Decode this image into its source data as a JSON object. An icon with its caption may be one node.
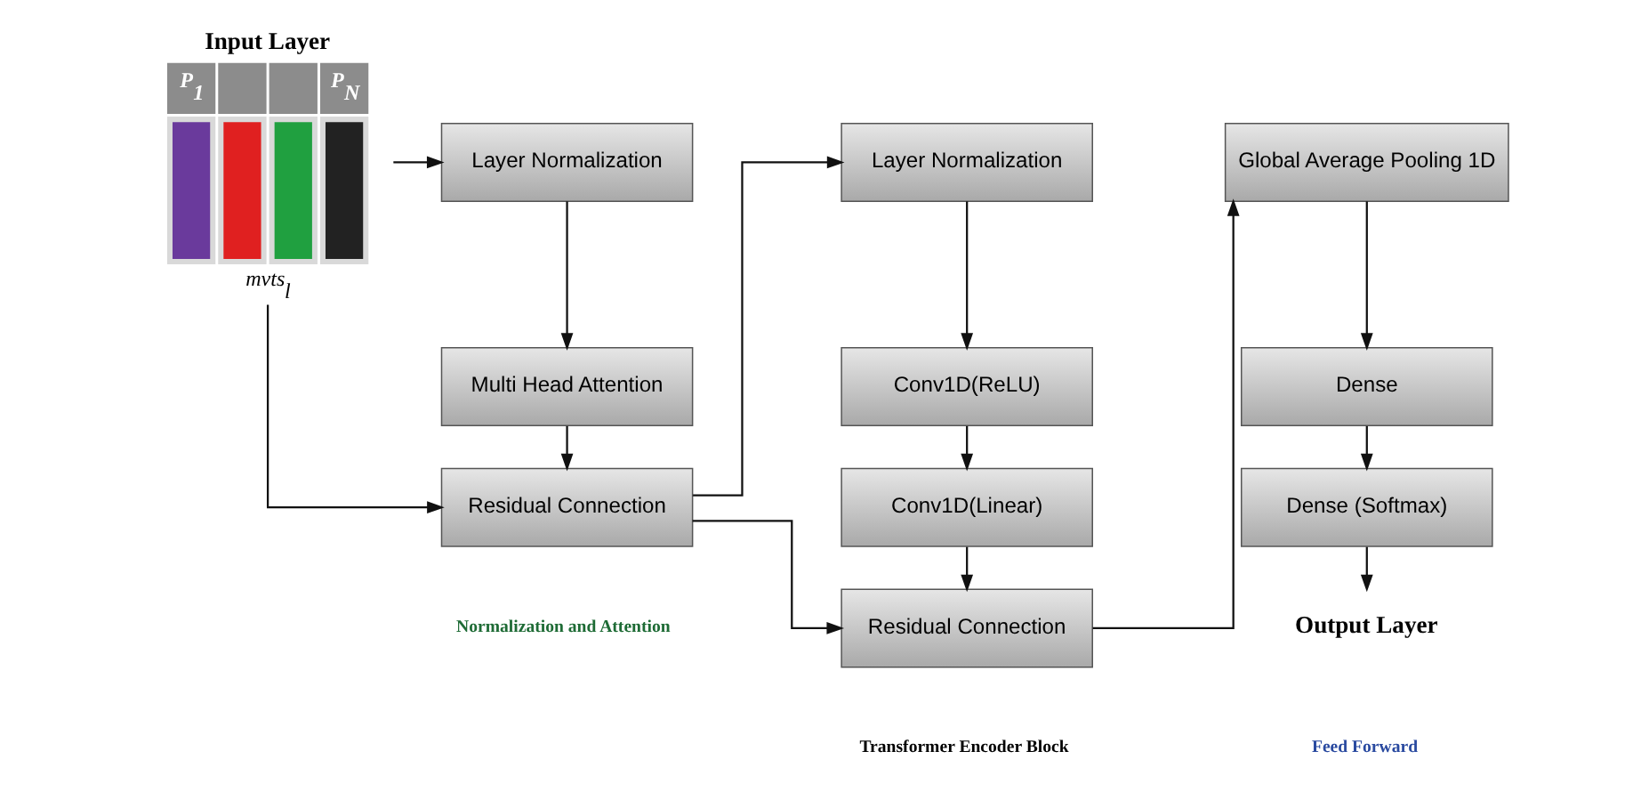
{
  "diagram": {
    "nodes": [
      {
        "text": [
          "Input Layer",
          "P$_{1}$",
          "P$_{N}$",
          "mvts$_{l}$"
        ]
      },
      {
        "text": [
          "Layer Normalization"
        ]
      },
      {
        "text": [
          "Multi Head Attention"
        ]
      },
      {
        "text": [
          "Residual Connection"
        ]
      },
      {
        "text": [
          "Layer Normalization"
        ]
      },
      {
        "text": [
          "Conv1D(ReLU)"
        ]
      },
      {
        "text": [
          "Conv1D(Linear)"
        ]
      },
      {
        "text": [
          "Residual Connection"
        ]
      },
      {
        "text": [
          "Global Average Pooling 1D"
        ]
      },
      {
        "text": [
          "Dense"
        ]
      },
      {
        "text": [
          "Dense (Softmax)"
        ]
      },
      {
        "text": [
          "Output Layer"
        ]
      }
    ],
    "edges": [
      {
        "from": 0,
        "to": 1,
        "arrow": "to"
      },
      {
        "from": 0,
        "to": 3,
        "arrow": "to"
      },
      {
        "from": 1,
        "to": 2,
        "arrow": "to"
      },
      {
        "from": 2,
        "to": 3,
        "arrow": "to"
      },
      {
        "from": 3,
        "to": 4,
        "arrow": "to"
      },
      {
        "from": 3,
        "to": 7,
        "arrow": "to"
      },
      {
        "from": 4,
        "to": 5,
        "arrow": "to"
      },
      {
        "from": 5,
        "to": 6,
        "arrow": "to"
      },
      {
        "from": 6,
        "to": 7,
        "arrow": "to"
      },
      {
        "from": 7,
        "to": 8,
        "arrow": "to"
      },
      {
        "from": 8,
        "to": 9,
        "arrow": "to"
      },
      {
        "from": 9,
        "to": 10,
        "arrow": "to"
      },
      {
        "from": 10,
        "to": 11,
        "arrow": "to"
      }
    ],
    "labels": [
      "Normalization and Attention",
      "Transformer Encoder Block",
      "Feed Forward"
    ]
  }
}
